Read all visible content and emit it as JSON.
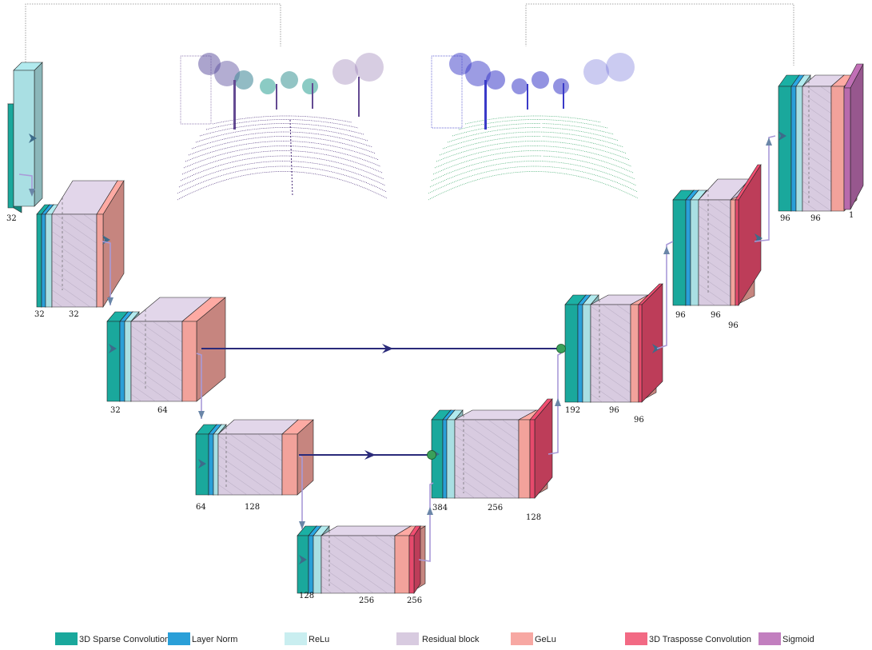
{
  "colors": {
    "conv": "#1aa89c",
    "norm": "#2a9fd8",
    "relu": "#a9dfe3",
    "residual": "#d8cbe0",
    "gelu": "#f2a29b",
    "transpose": "#e64a6c",
    "sigmoid": "#b86aad",
    "skip": "#2a2a7a",
    "flow": "#a99ad8"
  },
  "icons": [
    "sparse-conv-icon",
    "layer-norm-icon",
    "relu-icon",
    "residual-icon",
    "gelu-icon",
    "transpose-conv-icon",
    "sigmoid-icon"
  ],
  "images": [
    "input-point-cloud",
    "output-segmentation"
  ],
  "labels": {
    "b0": "32",
    "b1a": "32",
    "b1b": "32",
    "b2a": "32",
    "b2b": "64",
    "b3a": "64",
    "b3b": "128",
    "b4a": "128",
    "b4b": "256",
    "b4c": "256",
    "u1a": "384",
    "u1b": "256",
    "u1c": "128",
    "u2a": "192",
    "u2b": "96",
    "u2c": "96",
    "u3a": "96",
    "u3b": "96",
    "u3c": "96",
    "u4a": "96",
    "u4b": "96",
    "u4c": "1"
  },
  "legend": [
    {
      "label": "3D Sparse Convolution"
    },
    {
      "label": "Layer Norm"
    },
    {
      "label": "ReLu"
    },
    {
      "label": "Residual block"
    },
    {
      "label": "GeLu"
    },
    {
      "label": "3D Trasposse Convolution"
    },
    {
      "label": "Sigmoid"
    }
  ]
}
